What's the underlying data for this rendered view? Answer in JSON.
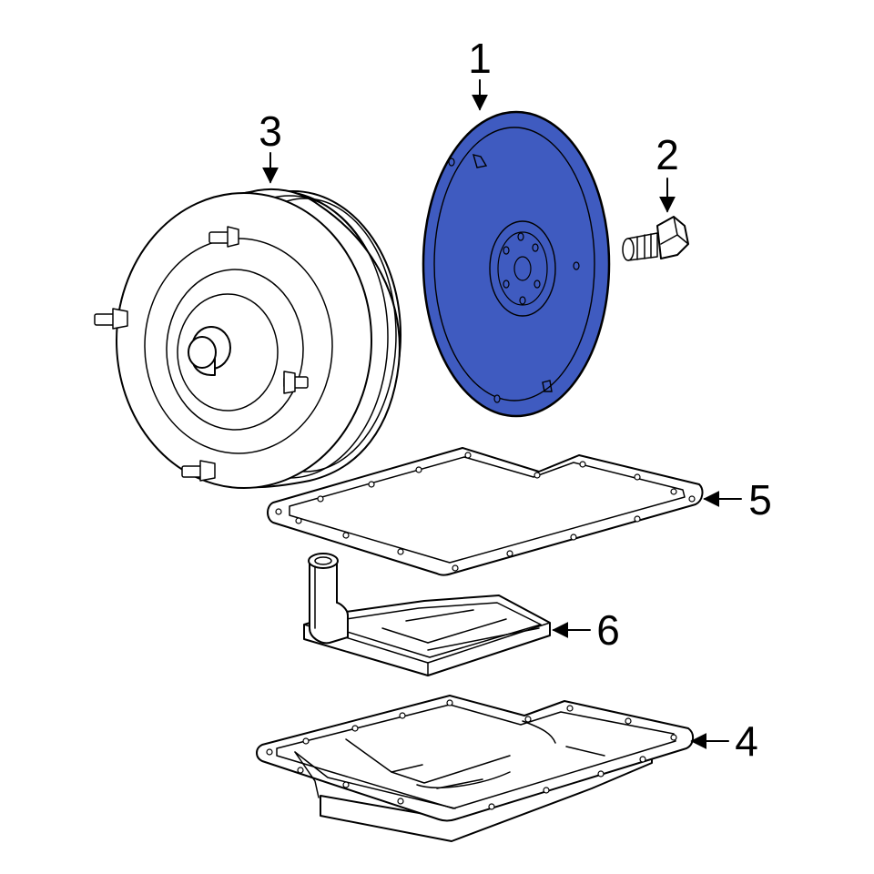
{
  "diagram": {
    "highlight_color": "#3f5bc0",
    "line_color": "#000000",
    "background_color": "#ffffff",
    "callouts": [
      {
        "id": "1",
        "label": "1",
        "part": "flexplate"
      },
      {
        "id": "2",
        "label": "2",
        "part": "flexplate-bolt"
      },
      {
        "id": "3",
        "label": "3",
        "part": "torque-converter"
      },
      {
        "id": "4",
        "label": "4",
        "part": "transmission-oil-pan"
      },
      {
        "id": "5",
        "label": "5",
        "part": "oil-pan-gasket"
      },
      {
        "id": "6",
        "label": "6",
        "part": "transmission-filter"
      }
    ]
  }
}
